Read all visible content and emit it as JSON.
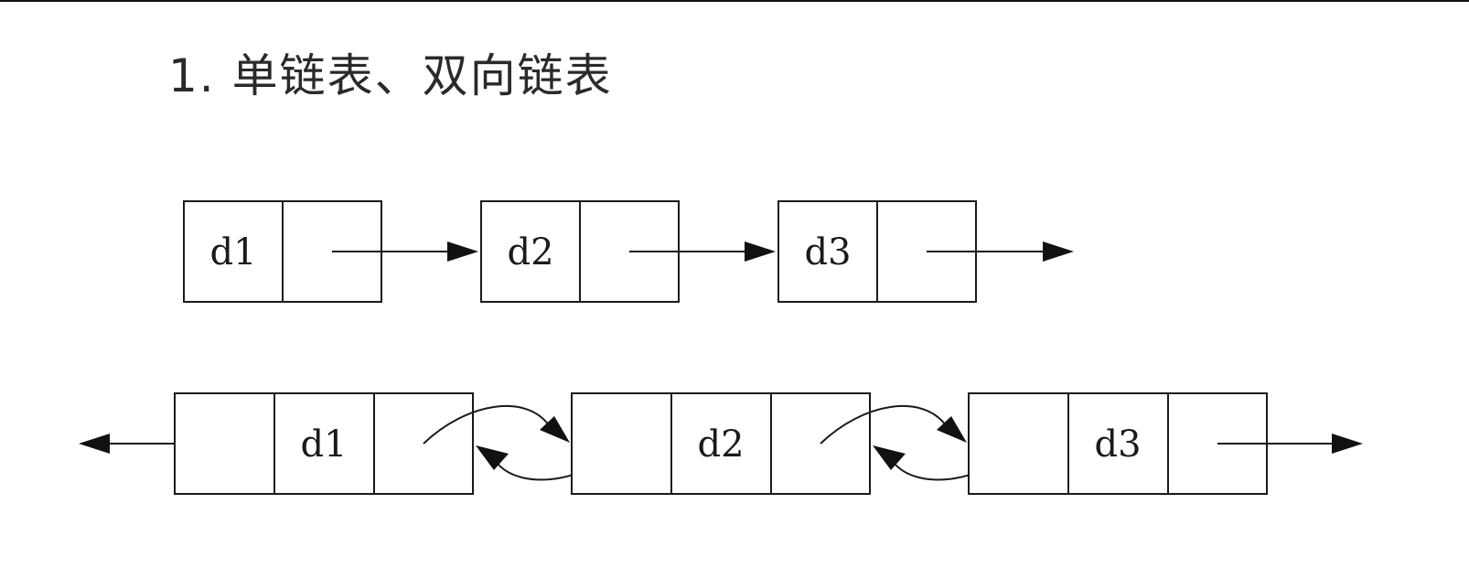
{
  "title": "1. 单链表、双向链表",
  "singly_linked_list": {
    "nodes": [
      {
        "data": "d1"
      },
      {
        "data": "d2"
      },
      {
        "data": "d3"
      }
    ]
  },
  "doubly_linked_list": {
    "nodes": [
      {
        "data": "d1"
      },
      {
        "data": "d2"
      },
      {
        "data": "d3"
      }
    ]
  },
  "colors": {
    "line": "#1a1a1a",
    "background": "#ffffff"
  }
}
